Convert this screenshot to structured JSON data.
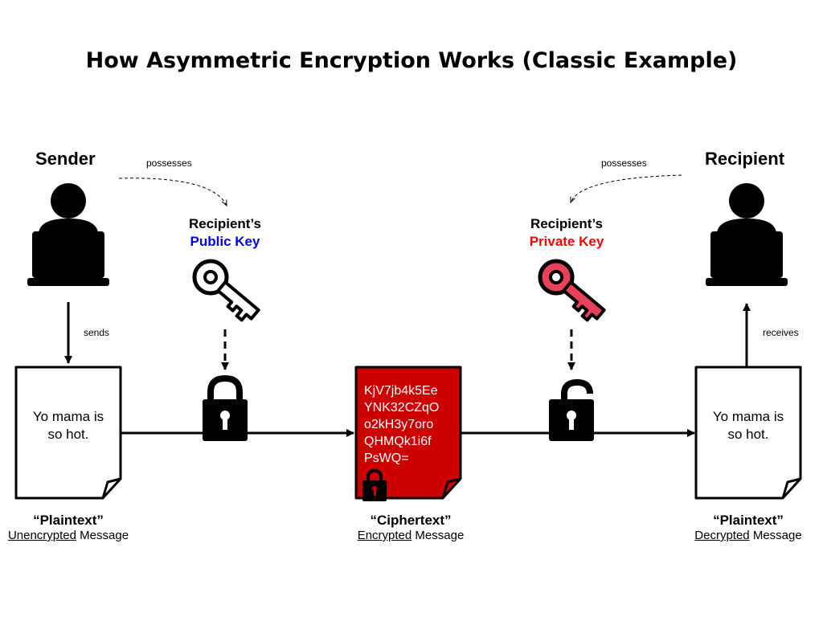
{
  "title": "How Asymmetric Encryption Works (Classic Example)",
  "sender": {
    "label": "Sender",
    "possesses": "possesses",
    "sends": "sends"
  },
  "recipient": {
    "label": "Recipient",
    "possesses": "possesses",
    "receives": "receives"
  },
  "public_key": {
    "owner": "Recipient’s",
    "name": "Public Key",
    "color": "#0000ff"
  },
  "private_key": {
    "owner": "Recipient’s",
    "name": "Private Key",
    "color": "#ff0000",
    "fill": "#e8425a"
  },
  "plaintext_left": {
    "message": "Yo mama is so hot.",
    "caption": "“Plaintext”",
    "sub_underlined": "Unencrypted",
    "sub_rest": " Message"
  },
  "ciphertext": {
    "message": "KjV7jb4k5Ee YNK32CZqO o2kH3y7oro QHMQk1i6f PsWQ=",
    "caption": "“Ciphertext”",
    "sub_underlined": "Encrypted",
    "sub_rest": " Message",
    "color": "#cc0000"
  },
  "plaintext_right": {
    "message": "Yo mama is so hot.",
    "caption": "“Plaintext”",
    "sub_underlined": "Decrypted",
    "sub_rest": " Message"
  }
}
